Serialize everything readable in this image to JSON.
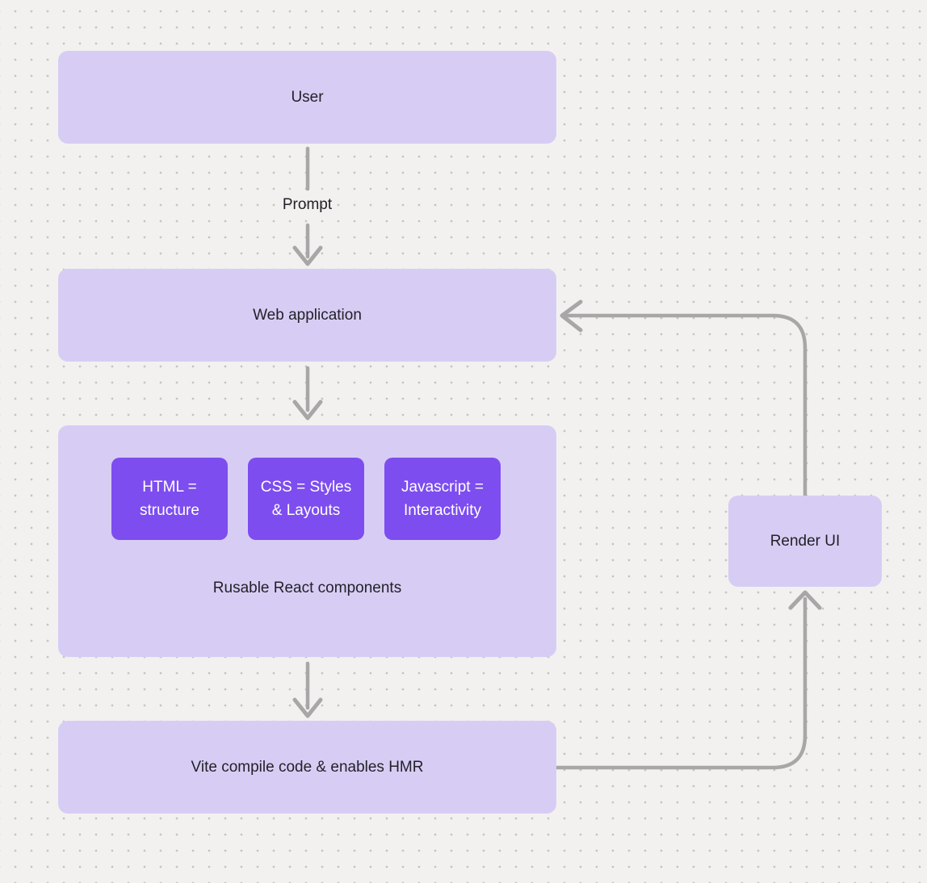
{
  "diagram": {
    "type": "flowchart",
    "background_color": "#f2f1ef",
    "dot_grid_color": "#c6c4c1",
    "node_fill_light": "#d7cdf4",
    "node_fill_accent": "#7d4def",
    "connector_color": "#a8a6a6",
    "text_dark": "#232129",
    "text_light": "#ffffff"
  },
  "nodes": {
    "user": {
      "label": "User"
    },
    "web_application": {
      "label": "Web application"
    },
    "components_group": {
      "label": "Rusable React components"
    },
    "html": {
      "line1": "HTML =",
      "line2": "structure"
    },
    "css": {
      "line1": "CSS = Styles",
      "line2": "& Layouts"
    },
    "javascript": {
      "line1": "Javascript =",
      "line2": "Interactivity"
    },
    "vite": {
      "label": "Vite compile code & enables HMR"
    },
    "render_ui": {
      "label": "Render UI"
    }
  },
  "edges": {
    "prompt": {
      "label": "Prompt"
    }
  }
}
